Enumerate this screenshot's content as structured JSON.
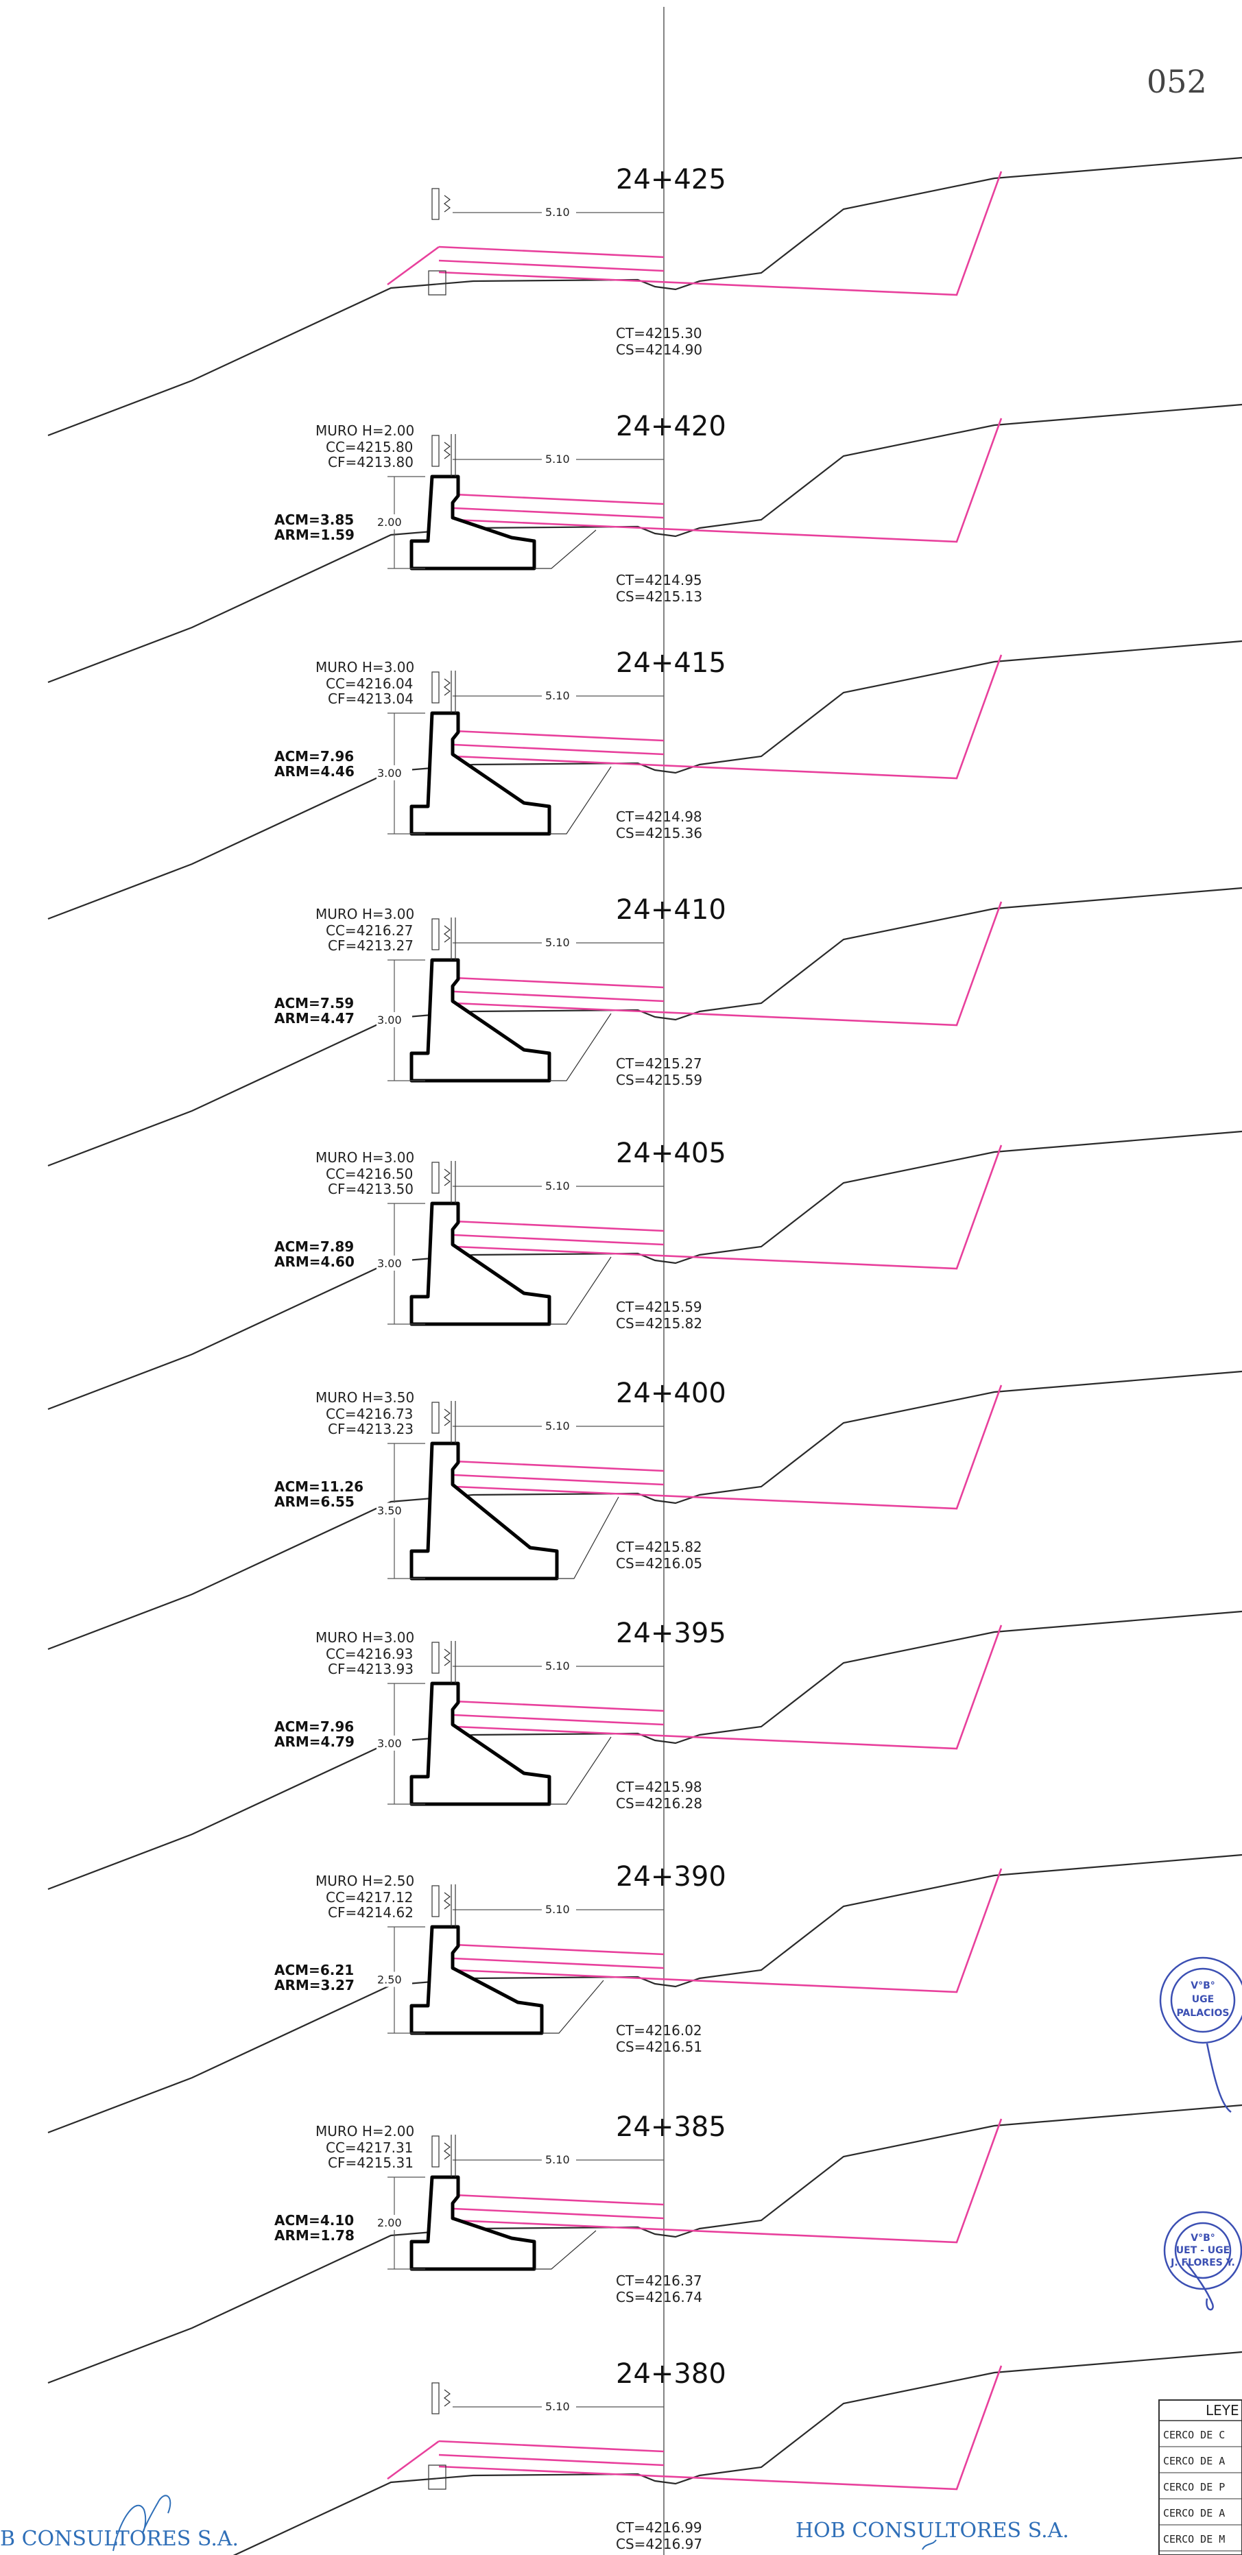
{
  "page_number": "052",
  "companies": {
    "left": "B CONSULTORES S.A.",
    "right": "HOB CONSULTORES S.A."
  },
  "stamps": [
    {
      "lines": [
        "V°B°",
        "UGE",
        "PALACIOS"
      ]
    },
    {
      "lines": [
        "V°B°",
        "UET - UGE",
        "J. FLORES Y."
      ]
    }
  ],
  "legend": {
    "title": "LEYE",
    "rows": [
      "CERCO DE C",
      "CERCO DE A",
      "CERCO DE P",
      "CERCO DE A",
      "CERCO DE M"
    ]
  },
  "sections": [
    {
      "station": "24+425",
      "width": "5.10",
      "ct": "CT=4215.30",
      "cs": "CS=4214.90",
      "wall": null
    },
    {
      "station": "24+420",
      "width": "5.10",
      "ct": "CT=4214.95",
      "cs": "CS=4215.13",
      "wall": {
        "title": "MURO  H=2.00",
        "cc": "CC=4215.80",
        "cf": "CF=4213.80",
        "h": "2.00",
        "acm": "ACM=3.85",
        "arm": "ARM=1.59",
        "height": 2.0
      }
    },
    {
      "station": "24+415",
      "width": "5.10",
      "ct": "CT=4214.98",
      "cs": "CS=4215.36",
      "wall": {
        "title": "MURO  H=3.00",
        "cc": "CC=4216.04",
        "cf": "CF=4213.04",
        "h": "3.00",
        "acm": "ACM=7.96",
        "arm": "ARM=4.46",
        "height": 3.0
      }
    },
    {
      "station": "24+410",
      "width": "5.10",
      "ct": "CT=4215.27",
      "cs": "CS=4215.59",
      "wall": {
        "title": "MURO  H=3.00",
        "cc": "CC=4216.27",
        "cf": "CF=4213.27",
        "h": "3.00",
        "acm": "ACM=7.59",
        "arm": "ARM=4.47",
        "height": 3.0
      }
    },
    {
      "station": "24+405",
      "width": "5.10",
      "ct": "CT=4215.59",
      "cs": "CS=4215.82",
      "wall": {
        "title": "MURO  H=3.00",
        "cc": "CC=4216.50",
        "cf": "CF=4213.50",
        "h": "3.00",
        "acm": "ACM=7.89",
        "arm": "ARM=4.60",
        "height": 3.0
      }
    },
    {
      "station": "24+400",
      "width": "5.10",
      "ct": "CT=4215.82",
      "cs": "CS=4216.05",
      "wall": {
        "title": "MURO  H=3.50",
        "cc": "CC=4216.73",
        "cf": "CF=4213.23",
        "h": "3.50",
        "acm": "ACM=11.26",
        "arm": "ARM=6.55",
        "height": 3.5
      }
    },
    {
      "station": "24+395",
      "width": "5.10",
      "ct": "CT=4215.98",
      "cs": "CS=4216.28",
      "wall": {
        "title": "MURO  H=3.00",
        "cc": "CC=4216.93",
        "cf": "CF=4213.93",
        "h": "3.00",
        "acm": "ACM=7.96",
        "arm": "ARM=4.79",
        "height": 3.0
      }
    },
    {
      "station": "24+390",
      "width": "5.10",
      "ct": "CT=4216.02",
      "cs": "CS=4216.51",
      "wall": {
        "title": "MURO  H=2.50",
        "cc": "CC=4217.12",
        "cf": "CF=4214.62",
        "h": "2.50",
        "acm": "ACM=6.21",
        "arm": "ARM=3.27",
        "height": 2.5
      }
    },
    {
      "station": "24+385",
      "width": "5.10",
      "ct": "CT=4216.37",
      "cs": "CS=4216.74",
      "wall": {
        "title": "MURO  H=2.00",
        "cc": "CC=4217.31",
        "cf": "CF=4215.31",
        "h": "2.00",
        "acm": "ACM=4.10",
        "arm": "ARM=1.78",
        "height": 2.0
      }
    },
    {
      "station": "24+380",
      "width": "5.10",
      "ct": "CT=4216.99",
      "cs": "CS=4216.97",
      "wall": null
    }
  ]
}
